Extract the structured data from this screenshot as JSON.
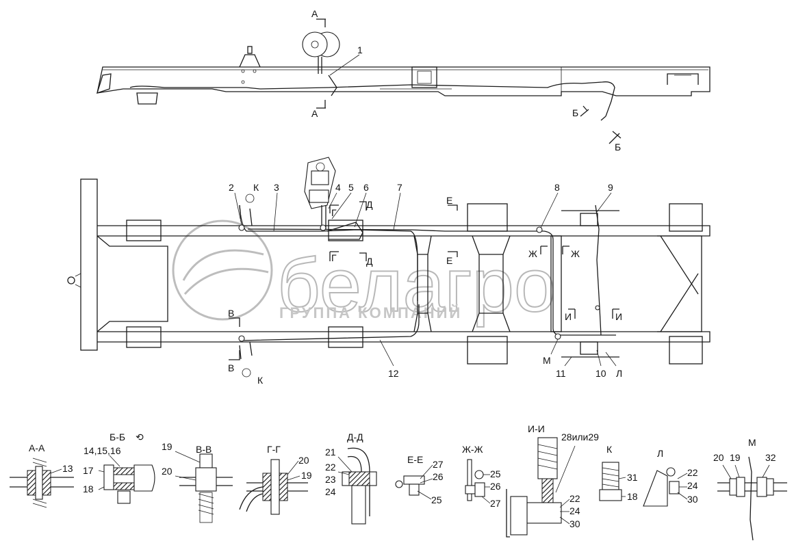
{
  "watermark": {
    "brand": "белагро",
    "tagline": "ГРУППА КОМПАНИЙ"
  },
  "top_view": {
    "callout_1": "1",
    "section_a_top": "А",
    "section_a_bottom": "А",
    "section_b_upper": "Б",
    "section_b_lower": "Б"
  },
  "plan_view": {
    "callouts": [
      "2",
      "3",
      "4",
      "5",
      "6",
      "7",
      "8",
      "9",
      "10",
      "11",
      "12"
    ],
    "sections": {
      "k_top": "К",
      "k_bottom": "К",
      "v_top": "В",
      "v_bottom": "В",
      "g_top": "Г",
      "g_bottom": "Г",
      "d_top": "Д",
      "d_bottom": "Д",
      "e_top": "Е",
      "e_bottom": "Е",
      "zh_left": "Ж",
      "zh_right": "Ж",
      "i_left": "И",
      "i_right": "И",
      "m": "М",
      "l": "Л"
    }
  },
  "details": [
    {
      "title": "А-А",
      "labels": [
        "13"
      ]
    },
    {
      "title": "Б-Б",
      "rotate_mark": "⟲",
      "labels": [
        "14,15,16",
        "17",
        "18"
      ]
    },
    {
      "title": "В-В",
      "labels": [
        "19",
        "20"
      ]
    },
    {
      "title": "Г-Г",
      "labels": [
        "20",
        "19"
      ]
    },
    {
      "title": "Д-Д",
      "labels": [
        "21",
        "22",
        "23",
        "24"
      ]
    },
    {
      "title": "Е-Е",
      "labels": [
        "27",
        "26",
        "25"
      ]
    },
    {
      "title": "Ж-Ж",
      "labels": [
        "25",
        "26",
        "27"
      ]
    },
    {
      "title": "И-И",
      "labels": [
        "28или29",
        "22",
        "24",
        "30"
      ]
    },
    {
      "title": "К",
      "labels": [
        "31",
        "18"
      ]
    },
    {
      "title": "Л",
      "labels": [
        "22",
        "24",
        "30"
      ]
    },
    {
      "title": "М",
      "labels": [
        "20",
        "19",
        "32"
      ]
    }
  ]
}
